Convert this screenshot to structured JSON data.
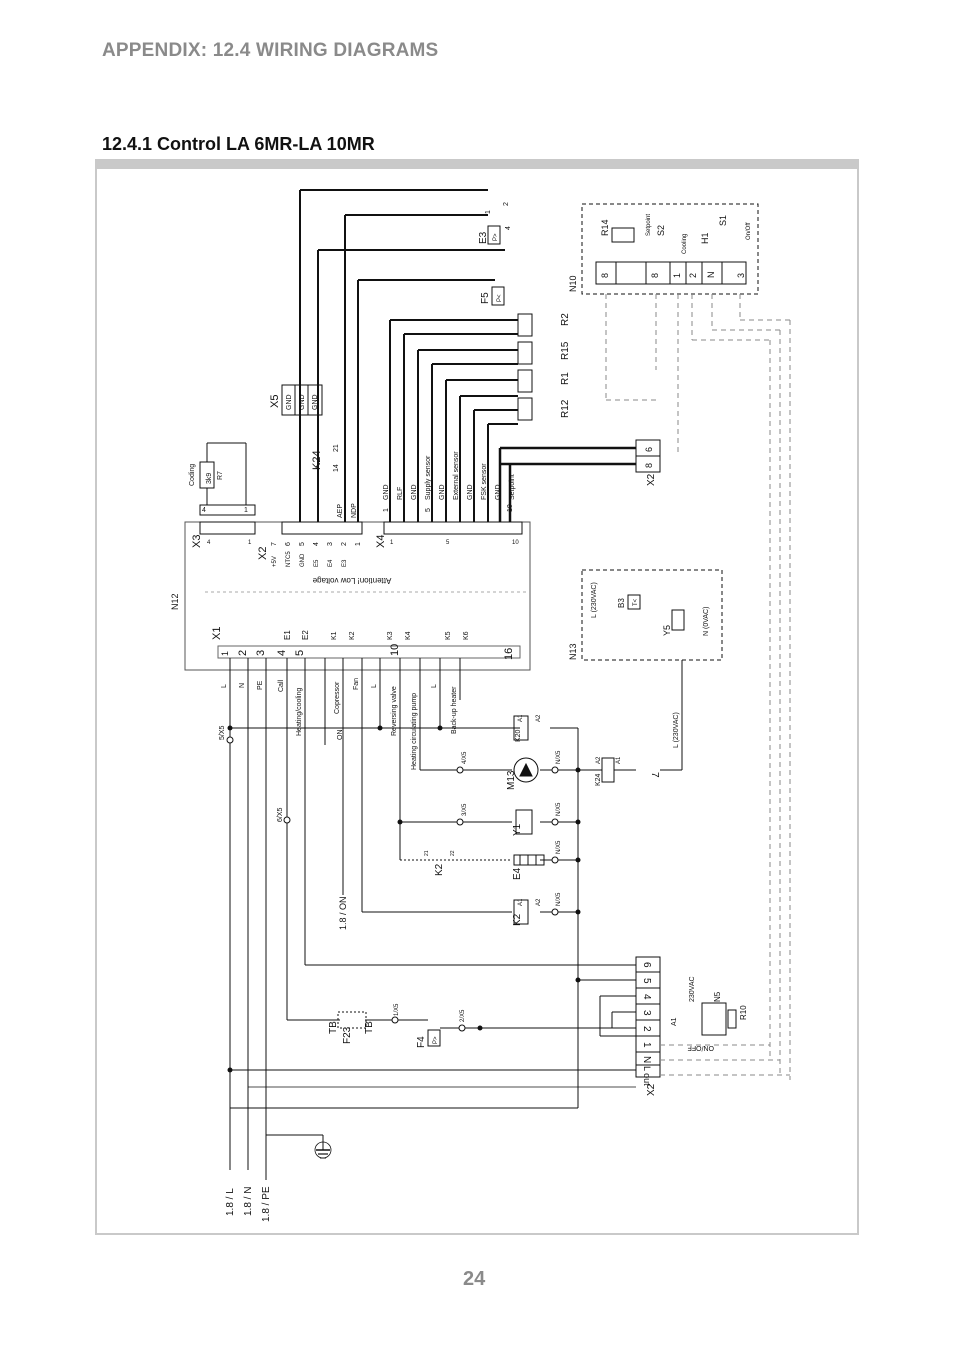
{
  "header": {
    "appendix_title": "APPENDIX: 12.4 WIRING DIAGRAMS"
  },
  "section": {
    "title": "12.4.1 Control LA 6MR-LA 10MR"
  },
  "page": {
    "number": "24"
  },
  "diagram": {
    "controller": {
      "id": "N12",
      "notice": "Attention! Low voltage",
      "x1_label": "X1",
      "x1_pins": [
        "1",
        "2",
        "3",
        "4",
        "5",
        "10",
        "16"
      ],
      "x1_signals": [
        "E1",
        "E2"
      ],
      "relay_contacts": [
        "K1",
        "K2",
        "K3",
        "K4",
        "K5",
        "K6"
      ],
      "x2_label": "X2",
      "x2_pins": [
        "7",
        "6",
        "5",
        "4",
        "3",
        "2",
        "1"
      ],
      "x2_signals": [
        "+5V",
        "NTC5",
        "GND",
        "E5",
        "E4",
        "E3"
      ],
      "x3_label": "X3",
      "x3_pins": [
        "4",
        "1"
      ],
      "x4_label": "X4",
      "x4_pins": [
        "1",
        "5",
        "10"
      ]
    },
    "x3_wiring": {
      "pin_a": "4",
      "pin_b": "1",
      "resistor": "R7",
      "value": "3k9",
      "caption": "Coding"
    },
    "x4_signals": [
      "GND",
      "RLF",
      "GND",
      "Supply sensor",
      "GND",
      "External sensor",
      "GND",
      "FSK sensor",
      "GND",
      "Setpoint"
    ],
    "x4_numbers": [
      "1",
      "5",
      "10"
    ],
    "aep": {
      "labels": [
        "AEP",
        "NDP"
      ],
      "relay": "K24",
      "contacts": [
        "14",
        "21"
      ]
    },
    "x5": {
      "label": "X5",
      "terminals": [
        "GND",
        "GND",
        "GND"
      ]
    },
    "pressure_switches": [
      {
        "id": "E3",
        "pins": [
          "1",
          "2",
          "4"
        ],
        "symbol": "P>"
      },
      {
        "id": "F5",
        "symbol": "P<"
      }
    ],
    "sensors": [
      "R2",
      "R15",
      "R1",
      "R12"
    ],
    "remote_unit": {
      "id": "N10",
      "terminals": [
        "8",
        "8",
        "1",
        "2",
        "N",
        "3"
      ],
      "parts": [
        "R14",
        "S2",
        "H1",
        "S1"
      ],
      "texts": [
        "Setpoint",
        "Cooling",
        "On/Off"
      ]
    },
    "x2_top": {
      "label": "X2",
      "terminals": [
        "6",
        "8"
      ]
    },
    "module_n13": {
      "id": "N13",
      "supply": "L (230VAC)",
      "neutral": "N (0VAC)",
      "parts": [
        "B3",
        "Y5"
      ],
      "symbol": "T<"
    },
    "x1_wires": [
      "L",
      "N",
      "PE",
      "Call",
      "Heating/cooling",
      "Copressor",
      "Fan",
      "L",
      "Reversing valve",
      "Heating circulating pump",
      "L",
      "Back-up heater"
    ],
    "x1_wire_codes": [
      "5/X5",
      "ON",
      "6/X5",
      "1.8 / ON"
    ],
    "loads": [
      {
        "id": "K20",
        "terminals": [
          "A1",
          "A2"
        ]
      },
      {
        "id": "M13",
        "node_left": "4/X5",
        "node_right": "N/X5"
      },
      {
        "id": "Y1",
        "node_left": "3/X5",
        "node_right": "N/X5"
      },
      {
        "id": "K2",
        "contacts": [
          "21",
          "22"
        ]
      },
      {
        "id": "E4",
        "node_right": "N/X5"
      },
      {
        "id": "K2",
        "terminals": [
          "A1",
          "A2"
        ],
        "node_right": "N/X5"
      }
    ],
    "k24_coil": {
      "id": "K24",
      "terminals": [
        "A2",
        "A1"
      ],
      "supply": "L (230VAC)",
      "terminal": "7"
    },
    "x2_bottom": {
      "label": "X2",
      "terminals": [
        "6",
        "5",
        "4",
        "3",
        "2",
        "1",
        "N",
        "L out"
      ],
      "supply": "230VAC",
      "onoff": "ON/OFF",
      "parts": [
        "N5",
        "R10"
      ],
      "a1": "A1"
    },
    "safety": {
      "thermal": "F23",
      "tb_labels": [
        "TB",
        "TB"
      ],
      "f4": "F4",
      "f4_symbol": "P>",
      "codes": [
        "1/X5",
        "2/X5"
      ]
    },
    "supply_lines": [
      "1.8 / L",
      "1.8 / N",
      "1.8 / PE"
    ]
  }
}
